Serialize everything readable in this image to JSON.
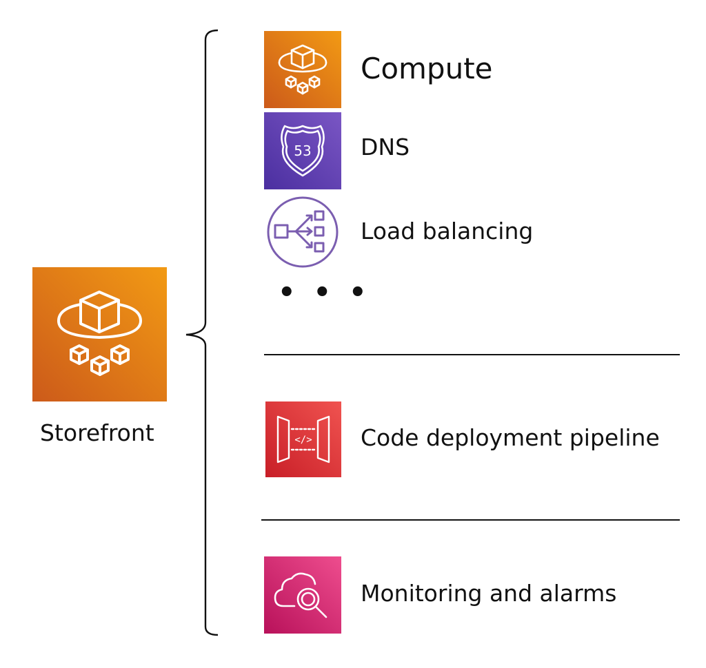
{
  "storefront": {
    "label": "Storefront",
    "icon": "storefront-cubes-icon",
    "color": "#E87A1C"
  },
  "services": [
    {
      "label": "Compute",
      "icon": "compute-cubes-icon",
      "color": "#E87A1C"
    },
    {
      "label": "DNS",
      "icon": "route53-shield-icon",
      "color": "#5A3FA8"
    },
    {
      "label": "Load balancing",
      "icon": "load-balancer-icon",
      "color": "#7B5EB0"
    }
  ],
  "ellipsis": "• • •",
  "pipeline": {
    "label": "Code deployment pipeline",
    "icon": "code-pipeline-icon",
    "color": "#D9272E"
  },
  "monitoring": {
    "label": "Monitoring and alarms",
    "icon": "cloud-magnifier-icon",
    "color": "#D0206A"
  },
  "dns_badge_number": "53"
}
